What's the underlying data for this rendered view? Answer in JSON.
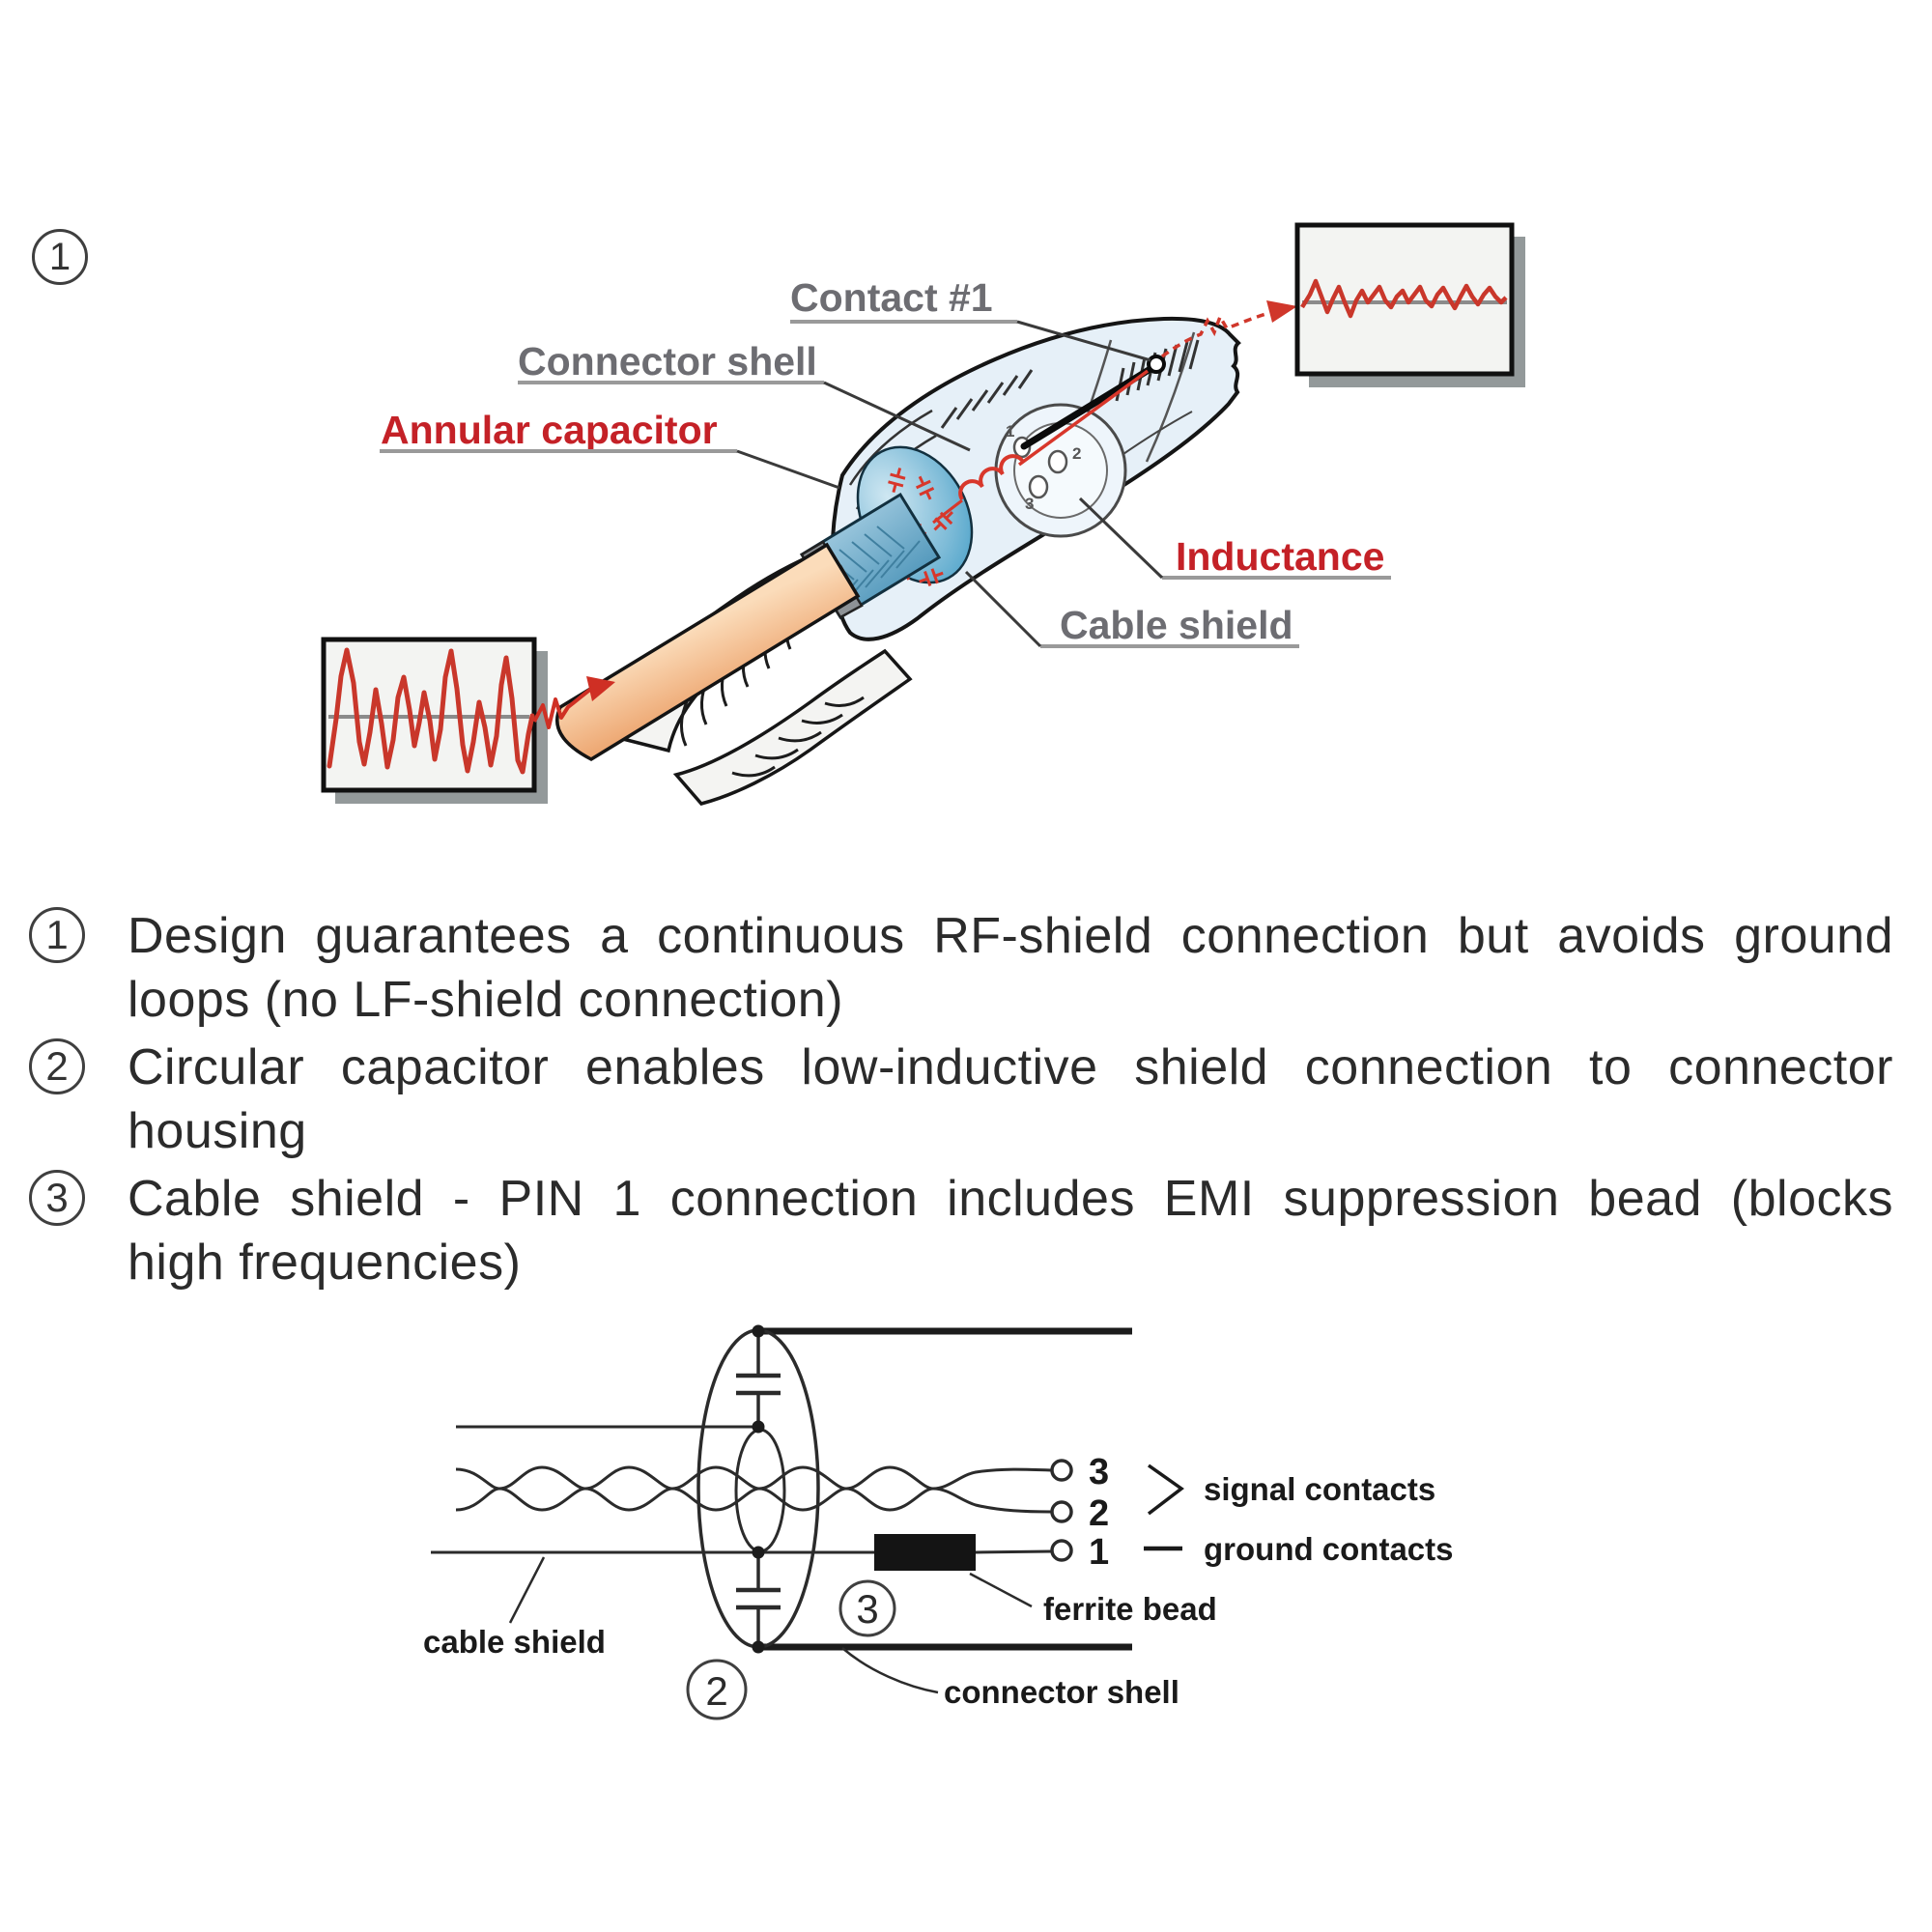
{
  "marker": {
    "number": "1"
  },
  "illustration": {
    "labels": {
      "contact1": "Contact #1",
      "connector_shell": "Connector shell",
      "annular_capacitor": "Annular capacitor",
      "inductance": "Inductance",
      "cable_shield": "Cable shield"
    },
    "pin_labels": {
      "p1": "1",
      "p2": "2",
      "p3": "3"
    },
    "colors": {
      "label_gray": "#6d6d72",
      "label_red": "#c42127",
      "drawing_red": "#d0372b",
      "ink": "#1f1f1f",
      "shell_blue": "#e6f0f8",
      "braid_blue": "#8fc1d9",
      "disc_blue": "#2f93c0",
      "cable_peach": "#f2b183",
      "underline_gray": "#9a9a9a",
      "box_fill": "#f3f4f2"
    }
  },
  "list": {
    "items": [
      {
        "number": "1",
        "lines": [
          "Design guarantees a continuous RF-shield connection but avoids ground",
          "loops (no LF-shield connection)"
        ]
      },
      {
        "number": "2",
        "lines": [
          "Circular capacitor enables low-inductive shield connection to connector",
          "housing"
        ]
      },
      {
        "number": "3",
        "lines": [
          "Cable shield - PIN 1 connection includes EMI suppression bead (blocks",
          "high frequencies)"
        ]
      }
    ]
  },
  "schematic": {
    "pin_numbers": {
      "pin3": "3",
      "pin2": "2",
      "pin1": "1"
    },
    "labels": {
      "signal_contacts": "signal contacts",
      "ground_contacts": "ground contacts",
      "ferrite_bead": "ferrite bead",
      "cable_shield": "cable shield",
      "connector_shell": "connector shell"
    },
    "markers": {
      "m2": "2",
      "m3": "3"
    }
  }
}
